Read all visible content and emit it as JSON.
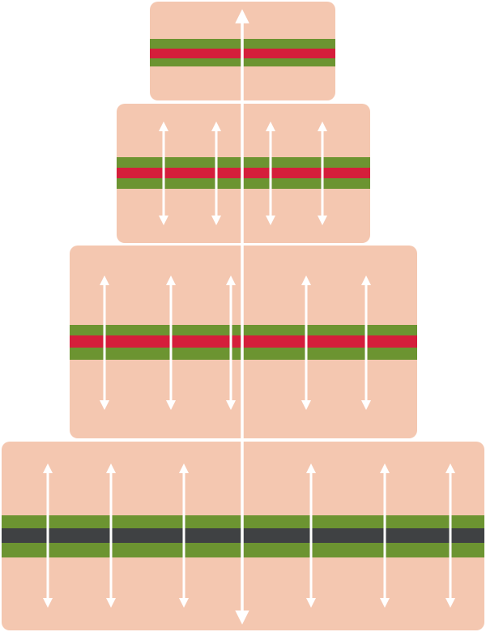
{
  "colors": {
    "tier_fill": "#f4c7b0",
    "band_green": "#6c9431",
    "band_red": "#d51e3b",
    "band_dark": "#3f4143",
    "arrow": "#ffffff",
    "background": "#ffffff"
  },
  "tiers": [
    {
      "name": "tier-1",
      "center_band": "red",
      "arrow_count": 0
    },
    {
      "name": "tier-2",
      "center_band": "red",
      "arrow_count": 4
    },
    {
      "name": "tier-3",
      "center_band": "red",
      "arrow_count": 5
    },
    {
      "name": "tier-4",
      "center_band": "dark",
      "arrow_count": 6
    }
  ],
  "central_arrow": {
    "direction": "double"
  },
  "icons": {
    "arrow": "double-headed-vertical-arrow"
  }
}
